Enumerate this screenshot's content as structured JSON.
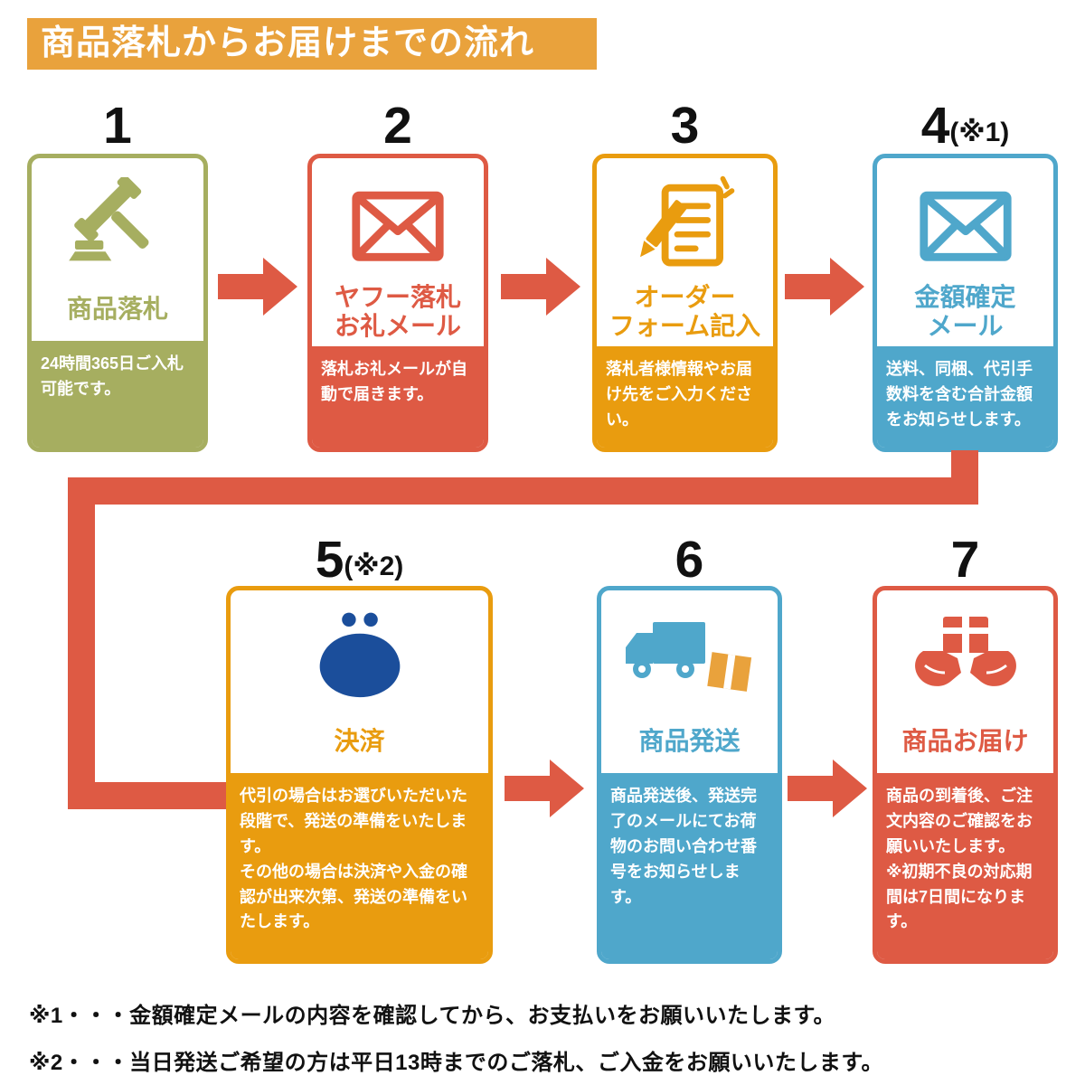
{
  "title": "商品落札からお届けまでの流れ",
  "colors": {
    "banner_orange": "#E9A23C",
    "step_olive": "#A6AE60",
    "step_red": "#DE5A44",
    "step_orange": "#E99C0F",
    "step_blue": "#4FA7CB",
    "arrow_red": "#DE5A44",
    "purse_navy": "#1B4E9B",
    "box_orange": "#E9A23C",
    "number_black": "#111111"
  },
  "steps": [
    {
      "number": "1",
      "number_note": "",
      "icon": "gavel-icon",
      "label": "商品落札",
      "description": "24時間365日ご入札可能です。"
    },
    {
      "number": "2",
      "number_note": "",
      "icon": "mail-icon",
      "label": "ヤフー落札\nお礼メール",
      "description": "落札お礼メールが自動で届きます。"
    },
    {
      "number": "3",
      "number_note": "",
      "icon": "order-form-icon",
      "label": "オーダー\nフォーム記入",
      "description": "落札者様情報やお届け先をご入力ください。"
    },
    {
      "number": "4",
      "number_note": "(※1)",
      "icon": "mail-icon",
      "label": "金額確定\nメール",
      "description": "送料、同梱、代引手数料を含む合計金額をお知らせします。"
    },
    {
      "number": "5",
      "number_note": "(※2)",
      "icon": "purse-icon",
      "label": "決済",
      "description": "代引の場合はお選びいただいた段階で、発送の準備をいたします。\nその他の場合は決済や入金の確認が出来次第、発送の準備をいたします。"
    },
    {
      "number": "6",
      "number_note": "",
      "icon": "truck-icon",
      "label": "商品発送",
      "description": "商品発送後、発送完了のメールにてお荷物のお問い合わせ番号をお知らせします。"
    },
    {
      "number": "7",
      "number_note": "",
      "icon": "delivery-hands-icon",
      "label": "商品お届け",
      "description": "商品の到着後、ご注文内容のご確認をお願いいたします。\n※初期不良の対応期間は7日間になります。"
    }
  ],
  "footnotes": [
    "※1・・・金額確定メールの内容を確認してから、お支払いをお願いいたします。",
    "※2・・・当日発送ご希望の方は平日13時までのご落札、ご入金をお願いいたします。"
  ]
}
